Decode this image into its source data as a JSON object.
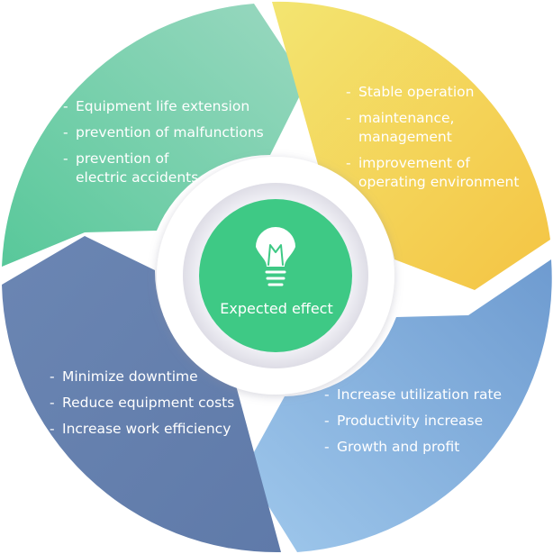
{
  "center": {
    "label": "Expected effect",
    "icon": "lightbulb-icon",
    "color": "#3ec985"
  },
  "segments": {
    "green": {
      "color_start": "#58c89a",
      "color_end": "#9ad8c0",
      "items": [
        "Equipment life extension",
        "prevention of malfunctions",
        "prevention of\nelectric accidents"
      ]
    },
    "yellow": {
      "color_start": "#f3e571",
      "color_end": "#f4c443",
      "items": [
        "Stable operation",
        "maintenance,\nmanagement",
        "improvement of\noperating environment"
      ]
    },
    "lightblue": {
      "color_start": "#9fc8ec",
      "color_end": "#6e9bd0",
      "items": [
        "Increase utilization rate",
        "Productivity increase",
        "Growth and profit"
      ]
    },
    "navy": {
      "color_start": "#6b86b3",
      "color_end": "#5f7aa9",
      "items": [
        "Minimize downtime",
        "Reduce equipment costs",
        "Increase work efficiency"
      ]
    }
  }
}
